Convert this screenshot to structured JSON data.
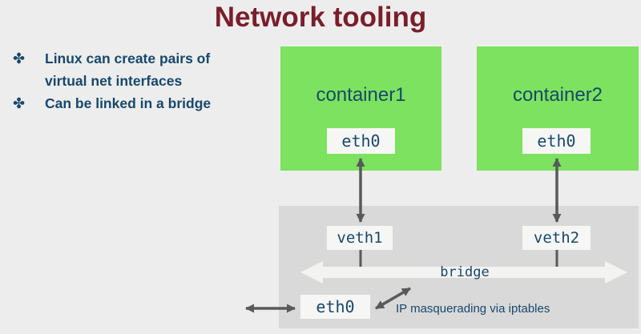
{
  "title": "Network tooling",
  "bullets": {
    "icon": "✤",
    "items": [
      {
        "lines": [
          "Linux can create pairs of",
          "virtual net interfaces"
        ]
      },
      {
        "lines": [
          "Can be linked in a bridge"
        ]
      }
    ]
  },
  "diagram": {
    "containers": [
      {
        "name": "container1",
        "interface": "eth0"
      },
      {
        "name": "container2",
        "interface": "eth0"
      }
    ],
    "veths": [
      "veth1",
      "veth2"
    ],
    "bridge_label": "bridge",
    "host_interface": "eth0",
    "note": "IP masquerading via iptables"
  },
  "colors": {
    "bg": "#ededed",
    "panel": "#d9d9d9",
    "green": "#7ce25f",
    "maroon": "#7a1e2b",
    "navy": "#17486b",
    "arrow": "#58595b",
    "chip": "#f6f6f4",
    "bridge": "#f3f3f1"
  }
}
